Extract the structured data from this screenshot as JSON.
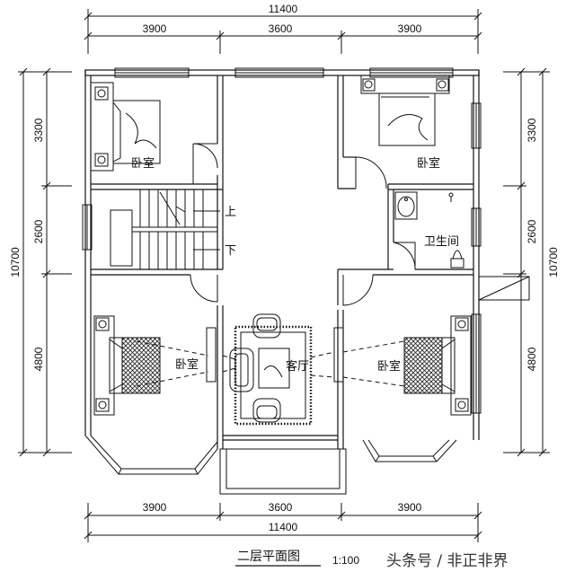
{
  "dimensions": {
    "top_total": "11400",
    "top_segments": [
      "3900",
      "3600",
      "3900"
    ],
    "bottom_segments": [
      "3900",
      "3600",
      "3900"
    ],
    "bottom_total": "11400",
    "left_total": "10700",
    "left_segments": [
      "3300",
      "2600",
      "4800"
    ],
    "right_total": "10700",
    "right_segments": [
      "3300",
      "2600",
      "4800"
    ]
  },
  "rooms": {
    "bedroom_top_left": "卧室",
    "bedroom_top_right": "卧室",
    "bathroom": "卫生间",
    "bedroom_bottom_left": "卧室",
    "living_room": "客厅",
    "bedroom_bottom_right": "卧室"
  },
  "stairs": {
    "up": "上",
    "down": "下"
  },
  "title": {
    "text": "二层平面图",
    "scale": "1:100"
  },
  "watermark": "头条号 / 非正非界"
}
